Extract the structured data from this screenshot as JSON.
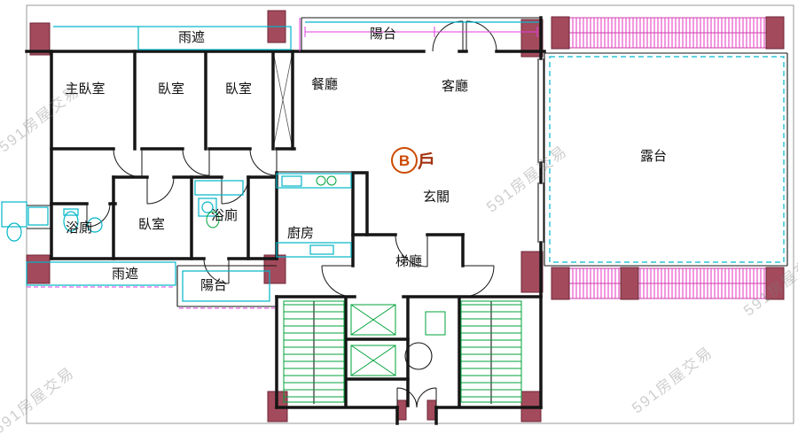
{
  "title": "apartment-floor-plan",
  "unit": {
    "badge": "B",
    "suffix": "戶"
  },
  "watermark": {
    "text": "591房屋交易"
  },
  "rooms": [
    {
      "id": "rain-shelter-top",
      "label": "雨遮"
    },
    {
      "id": "balcony-top",
      "label": "陽台"
    },
    {
      "id": "master-bedroom",
      "label": "主臥室"
    },
    {
      "id": "bedroom-2",
      "label": "臥室"
    },
    {
      "id": "bedroom-3",
      "label": "臥室"
    },
    {
      "id": "dining-room",
      "label": "餐廳"
    },
    {
      "id": "living-room",
      "label": "客廳"
    },
    {
      "id": "terrace",
      "label": "露台"
    },
    {
      "id": "foyer",
      "label": "玄關"
    },
    {
      "id": "bathroom-1",
      "label": "浴廁"
    },
    {
      "id": "bedroom-4",
      "label": "臥室"
    },
    {
      "id": "bathroom-2",
      "label": "浴廁"
    },
    {
      "id": "kitchen",
      "label": "廚房"
    },
    {
      "id": "lift-lobby",
      "label": "梯廳"
    },
    {
      "id": "rain-shelter-bottom",
      "label": "雨遮"
    },
    {
      "id": "balcony-bottom",
      "label": "陽台"
    }
  ],
  "colors": {
    "wall": "#161616",
    "cyan_fixture": "#00b6c9",
    "magenta": "#e23ee2",
    "pink_hatch": "#ec5fd0",
    "green_fixture": "#00a33a",
    "column_fill": "#a34a5c",
    "unit_badge": "#cc4a00",
    "unit_suffix": "#a3330f",
    "watermark_gray": "#7d7d7d"
  }
}
